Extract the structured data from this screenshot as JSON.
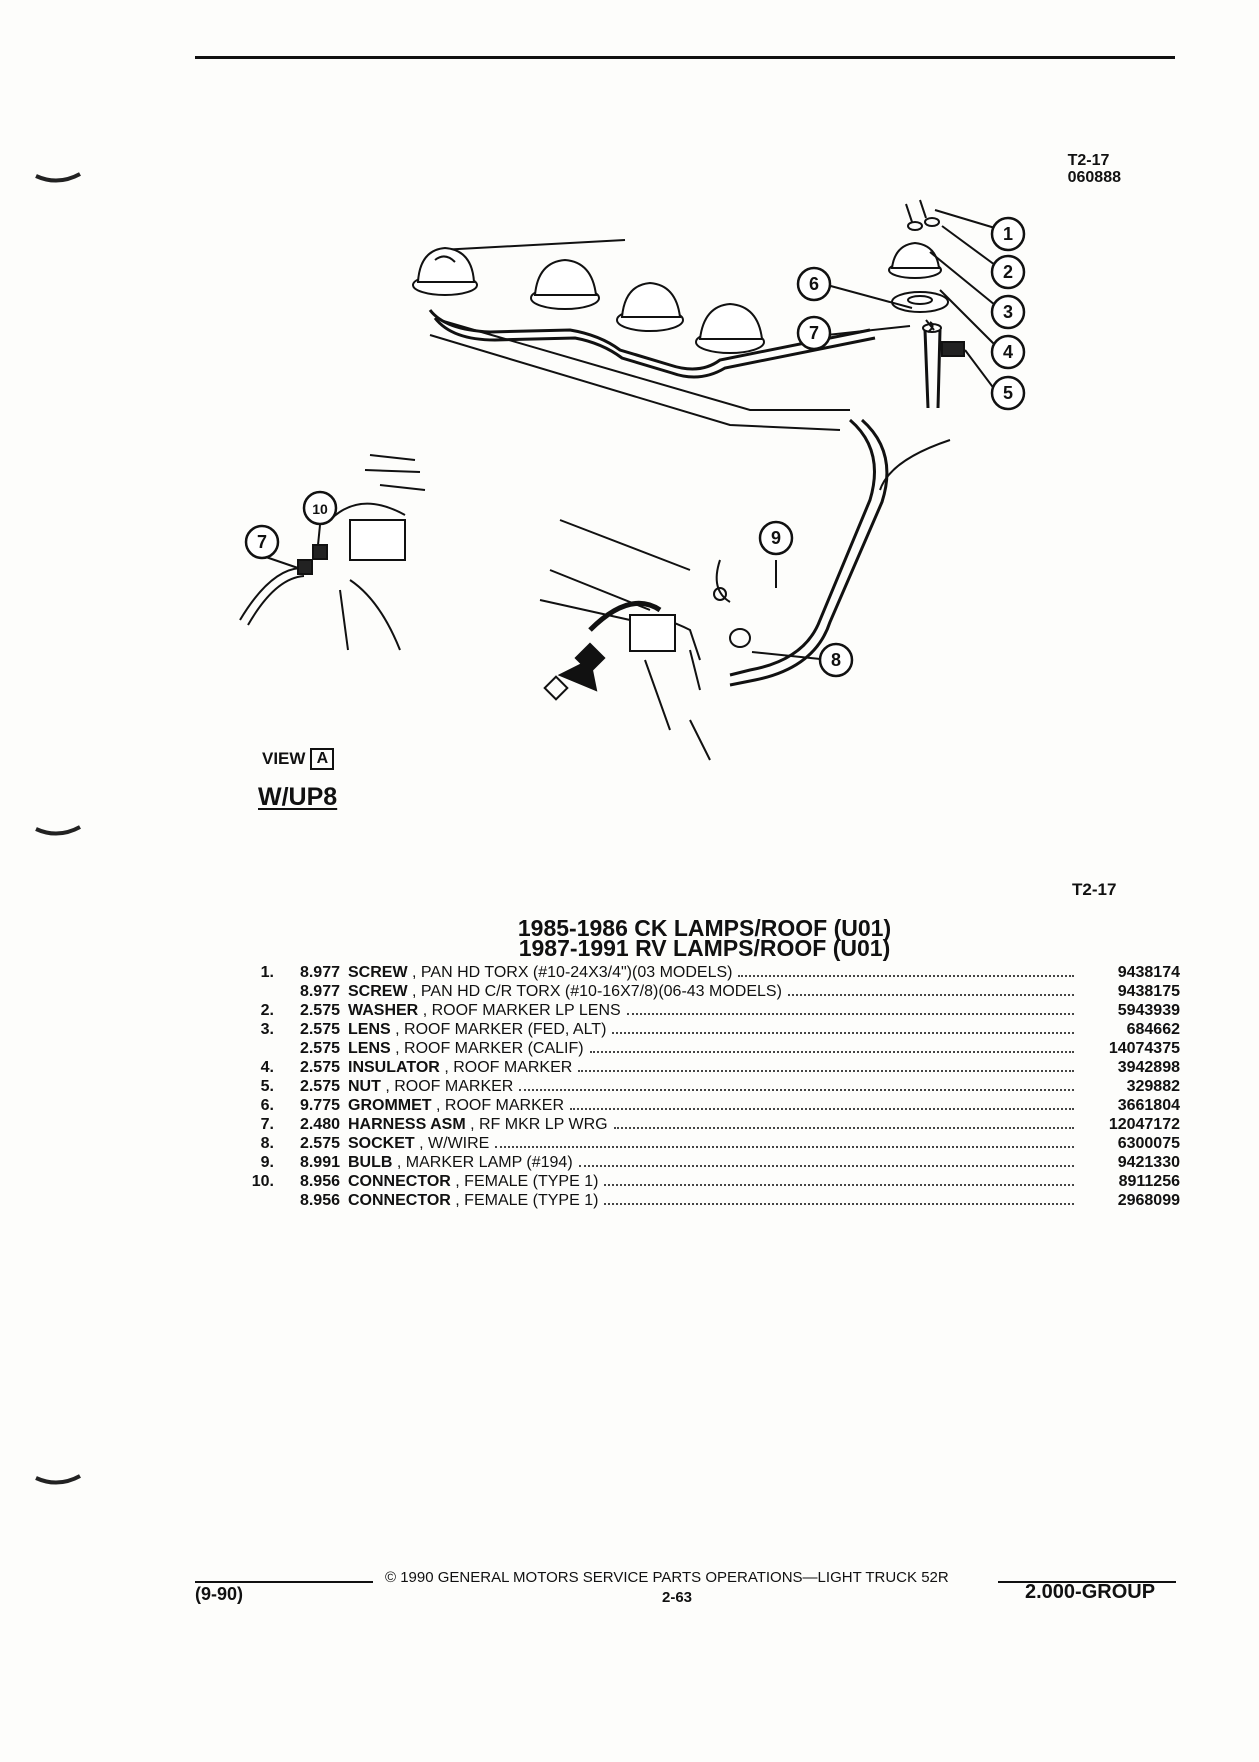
{
  "figure": {
    "ref_top": "T2-17",
    "code": "060888",
    "ref_bottom": "T2-17",
    "callouts": [
      "1",
      "2",
      "3",
      "4",
      "5",
      "6",
      "7",
      "8",
      "9",
      "10",
      "7"
    ],
    "view_label": "VIEW",
    "view_letter": "A",
    "option": "W/UP8"
  },
  "titles": {
    "line1": "1985-1986 CK LAMPS/ROOF (U01)",
    "line2": "1987-1991 RV LAMPS/ROOF (U01)"
  },
  "parts": [
    {
      "num": "1.",
      "group": "8.977",
      "name": "SCREW",
      "desc": ", PAN HD TORX (#10-24X3/4\")(03 MODELS)",
      "pn": "9438174"
    },
    {
      "num": "",
      "group": "8.977",
      "name": "SCREW",
      "desc": ", PAN HD C/R TORX (#10-16X7/8)(06-43 MODELS)",
      "pn": "9438175"
    },
    {
      "num": "2.",
      "group": "2.575",
      "name": "WASHER",
      "desc": ", ROOF MARKER LP LENS",
      "pn": "5943939"
    },
    {
      "num": "3.",
      "group": "2.575",
      "name": "LENS",
      "desc": ", ROOF MARKER (FED, ALT)",
      "pn": "684662"
    },
    {
      "num": "",
      "group": "2.575",
      "name": "LENS",
      "desc": ", ROOF MARKER (CALIF)",
      "pn": "14074375"
    },
    {
      "num": "4.",
      "group": "2.575",
      "name": "INSULATOR",
      "desc": ", ROOF MARKER",
      "pn": "3942898"
    },
    {
      "num": "5.",
      "group": "2.575",
      "name": "NUT",
      "desc": ", ROOF MARKER",
      "pn": "329882"
    },
    {
      "num": "6.",
      "group": "9.775",
      "name": "GROMMET",
      "desc": ", ROOF MARKER",
      "pn": "3661804"
    },
    {
      "num": "7.",
      "group": "2.480",
      "name": "HARNESS ASM",
      "desc": ", RF MKR LP WRG",
      "pn": "12047172"
    },
    {
      "num": "8.",
      "group": "2.575",
      "name": "SOCKET",
      "desc": ", W/WIRE",
      "pn": "6300075"
    },
    {
      "num": "9.",
      "group": "8.991",
      "name": "BULB",
      "desc": ", MARKER LAMP (#194)",
      "pn": "9421330"
    },
    {
      "num": "10.",
      "group": "8.956",
      "name": "CONNECTOR",
      "desc": ", FEMALE (TYPE 1)",
      "pn": "8911256"
    },
    {
      "num": "",
      "group": "8.956",
      "name": "CONNECTOR",
      "desc": ", FEMALE (TYPE 1)",
      "pn": "2968099"
    }
  ],
  "footer": {
    "copyright": "© 1990 GENERAL MOTORS SERVICE PARTS OPERATIONS—LIGHT TRUCK 52R",
    "date": "(9-90)",
    "page": "2-63",
    "group": "2.000-GROUP"
  }
}
